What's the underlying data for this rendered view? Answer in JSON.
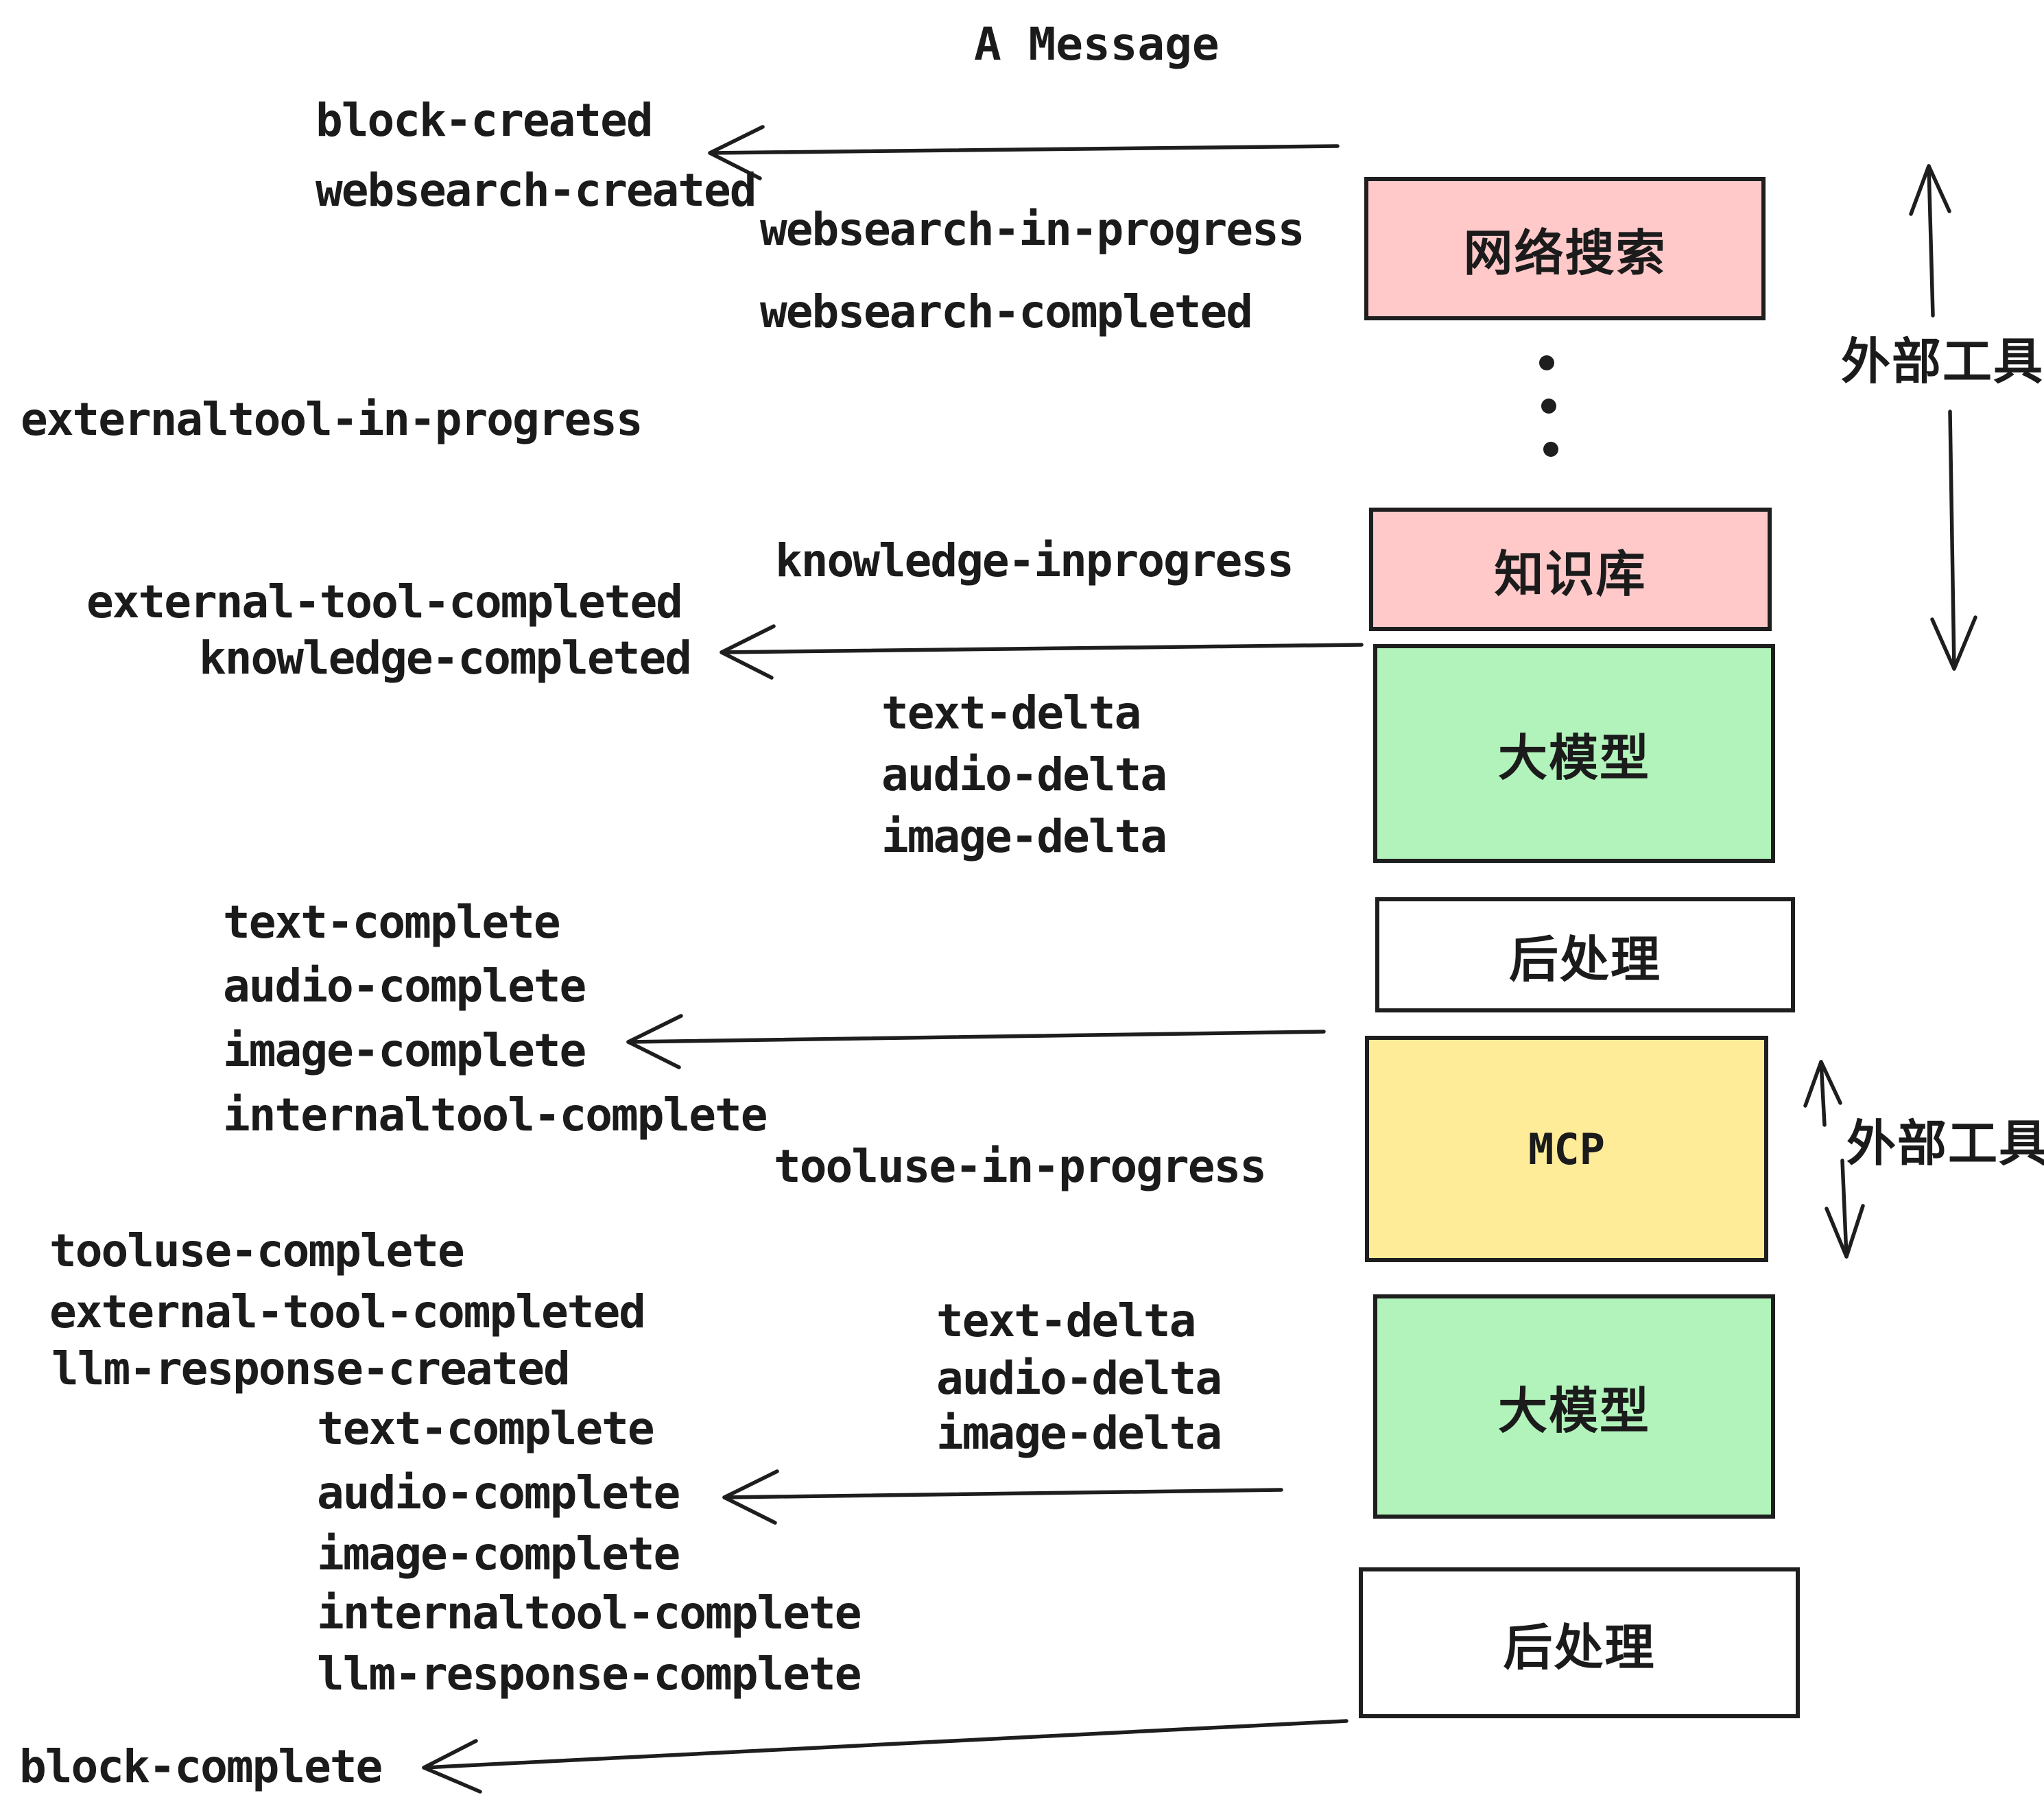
{
  "title": "A Message",
  "events": {
    "block_created": "block-created",
    "websearch_created": "websearch-created",
    "websearch_in_progress": "websearch-in-progress",
    "websearch_completed": "websearch-completed",
    "externaltool_in_progress": "externaltool-in-progress",
    "knowledge_inprogress": "knowledge-inprogress",
    "external_tool_completed_1": "external-tool-completed",
    "knowledge_completed": "knowledge-completed",
    "text_delta_1": "text-delta",
    "audio_delta_1": "audio-delta",
    "image_delta_1": "image-delta",
    "text_complete_1": "text-complete",
    "audio_complete_1": "audio-complete",
    "image_complete_1": "image-complete",
    "internaltool_complete_1": "internaltool-complete",
    "tooluse_in_progress": "tooluse-in-progress",
    "tooluse_complete": "tooluse-complete",
    "external_tool_completed_2": "external-tool-completed",
    "llm_response_created": "llm-response-created",
    "text_delta_2": "text-delta",
    "audio_delta_2": "audio-delta",
    "image_delta_2": "image-delta",
    "text_complete_2": "text-complete",
    "audio_complete_2": "audio-complete",
    "image_complete_2": "image-complete",
    "internaltool_complete_2": "internaltool-complete",
    "llm_response_complete": "llm-response-complete",
    "block_complete": "block-complete"
  },
  "boxes": {
    "websearch": {
      "label": "网络搜索",
      "fill": "#ffc9c9"
    },
    "knowledge": {
      "label": "知识库",
      "fill": "#ffc9c9"
    },
    "llm_1": {
      "label": "大模型",
      "fill": "#b2f2bb"
    },
    "post_1": {
      "label": "后处理",
      "fill": "#ffffff"
    },
    "mcp": {
      "label": "MCP",
      "fill": "#ffec99"
    },
    "llm_2": {
      "label": "大模型",
      "fill": "#b2f2bb"
    },
    "post_2": {
      "label": "后处理",
      "fill": "#ffffff"
    }
  },
  "side_labels": {
    "external_tools_1": "外部工具",
    "external_tools_2": "外部工具"
  },
  "colors": {
    "stroke": "#1e1e1e",
    "pink": "#ffc9c9",
    "green": "#b2f2bb",
    "yellow": "#ffec99",
    "background": "#ffffff"
  }
}
